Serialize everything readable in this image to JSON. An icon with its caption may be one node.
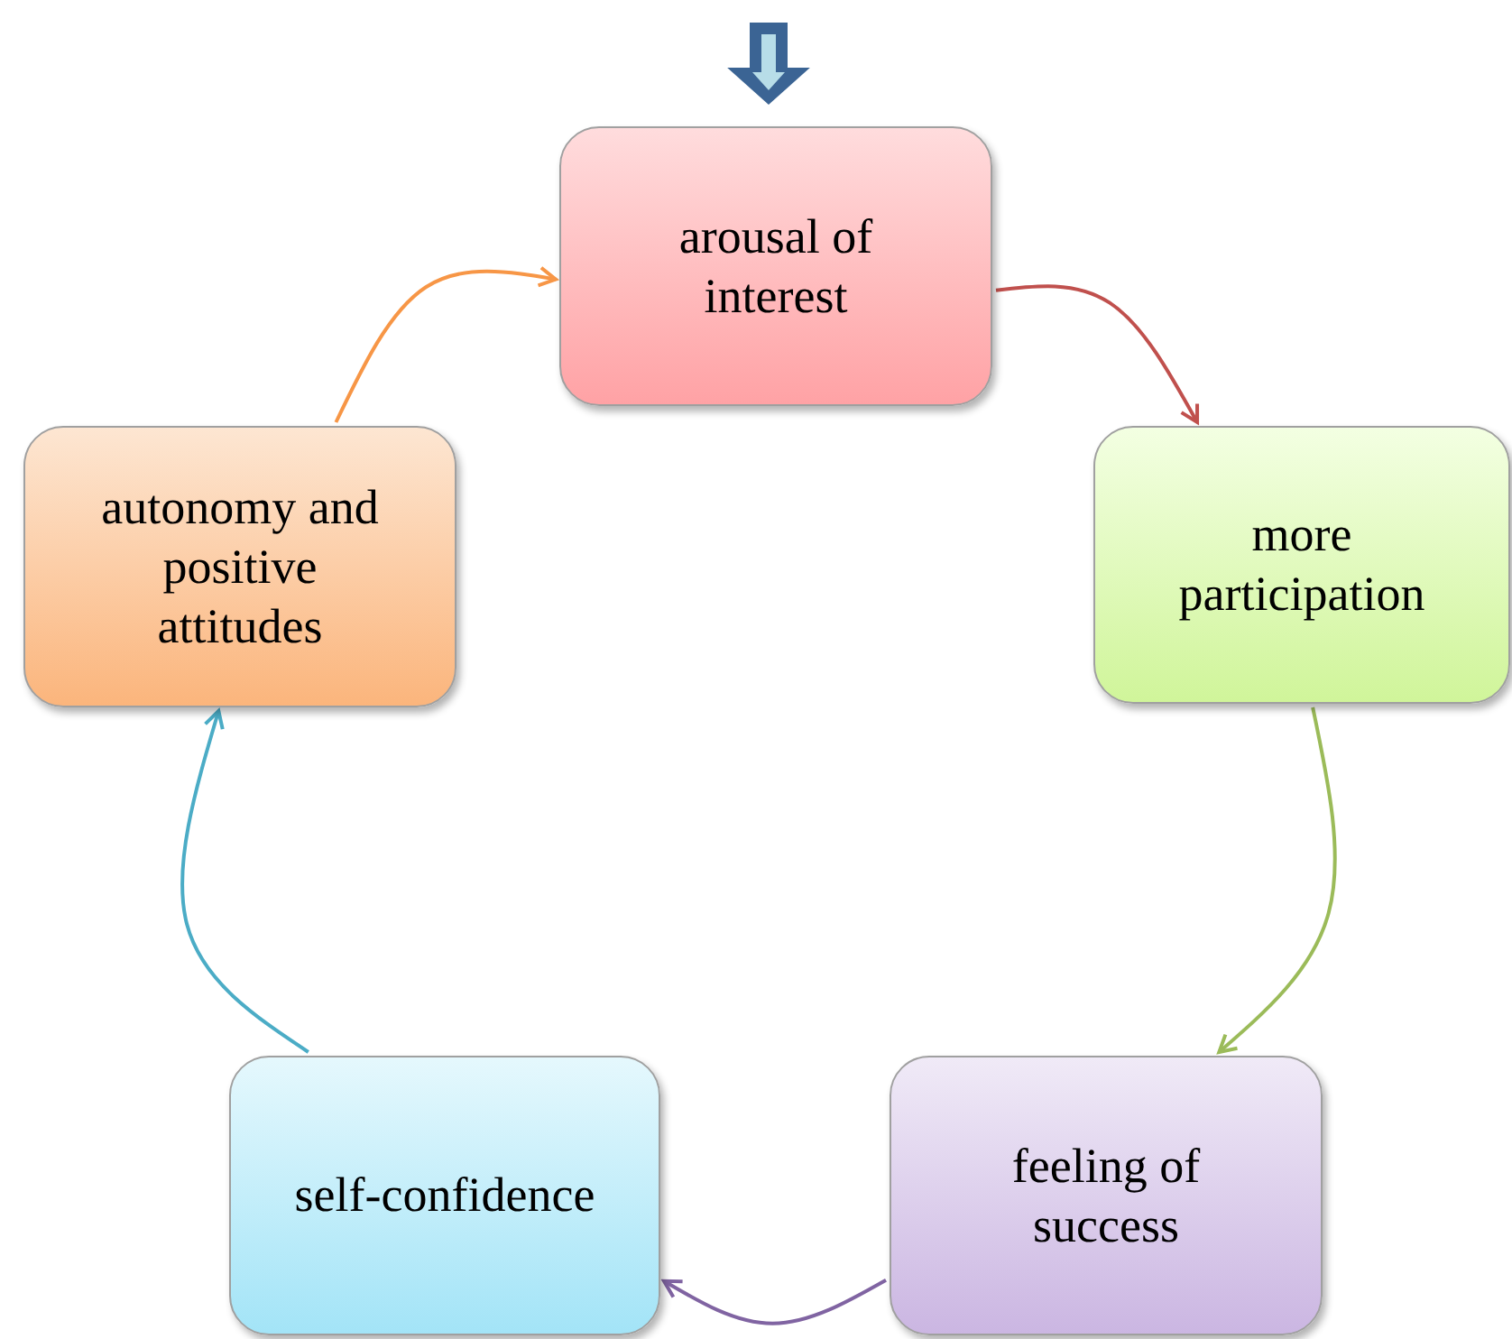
{
  "diagram": {
    "nodes": [
      {
        "text": [
          "arousal of interest"
        ]
      },
      {
        "text": [
          "more participation"
        ]
      },
      {
        "text": [
          "feeling of success"
        ]
      },
      {
        "text": [
          "self-confidence"
        ]
      },
      {
        "text": [
          "autonomy and positive attitudes"
        ]
      }
    ],
    "edges": [
      {
        "from": null,
        "to": 0,
        "arrow": "to",
        "style": "thick",
        "color": "#3b6494"
      },
      {
        "from": 0,
        "to": 1,
        "arrow": "to",
        "color": "#c0504d"
      },
      {
        "from": 1,
        "to": 2,
        "arrow": "to",
        "color": "#9bbb59"
      },
      {
        "from": 2,
        "to": 3,
        "arrow": "to",
        "color": "#8064a2"
      },
      {
        "from": 3,
        "to": 4,
        "arrow": "to",
        "color": "#4bacc6"
      },
      {
        "from": 4,
        "to": 0,
        "arrow": "to",
        "color": "#f79646"
      }
    ]
  }
}
